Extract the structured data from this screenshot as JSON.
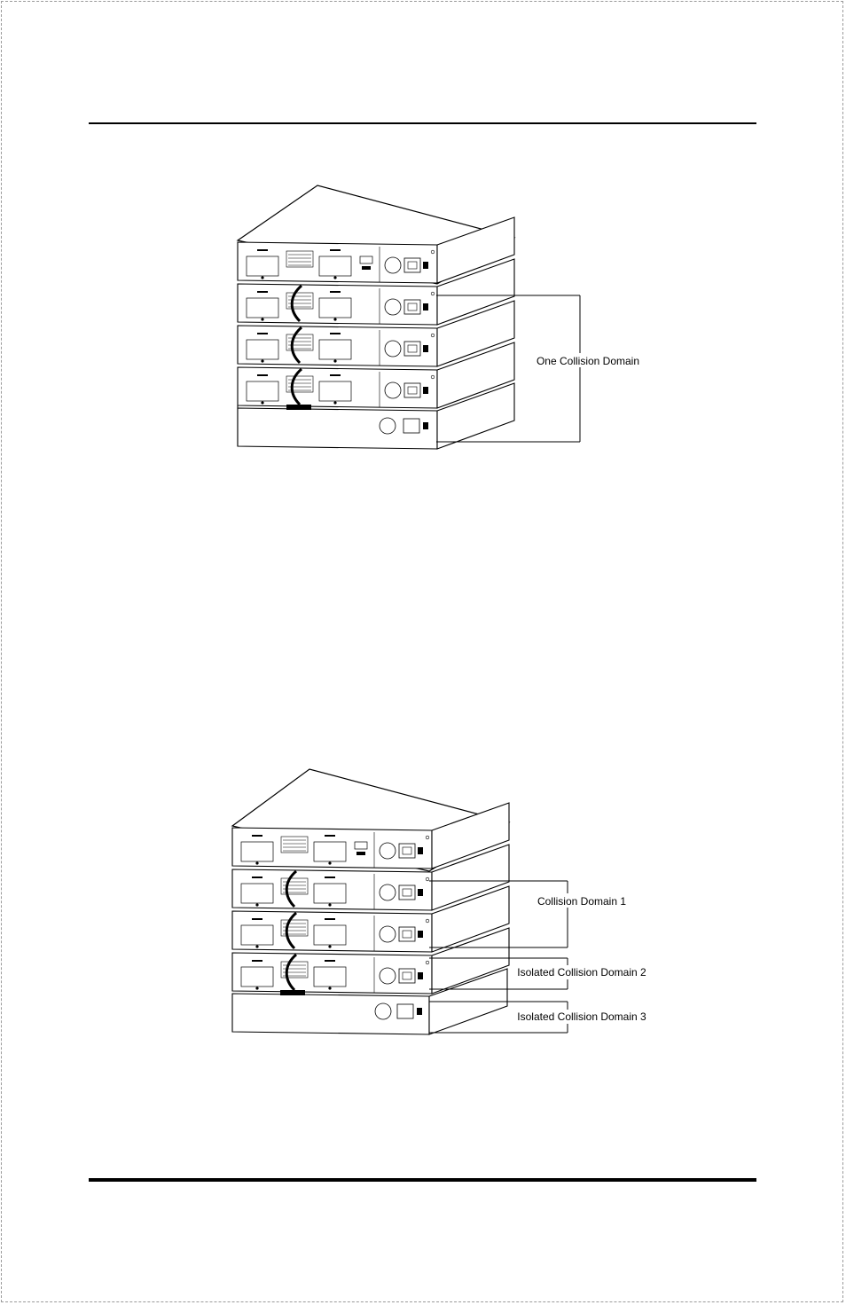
{
  "diagram_top": {
    "caption": "One Collision Domain"
  },
  "diagram_bottom": {
    "captions": [
      "Collision Domain 1",
      "Isolated Collision Domain 2",
      "Isolated Collision Domain 3"
    ]
  }
}
